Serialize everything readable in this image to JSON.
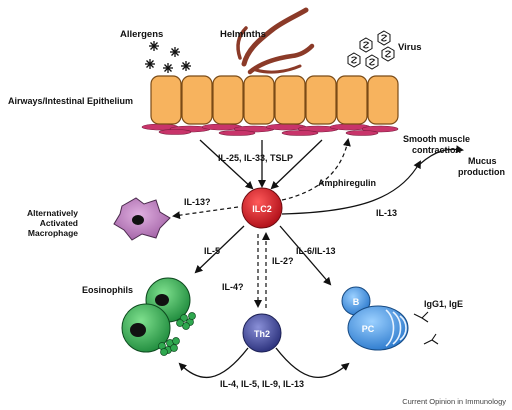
{
  "labels": {
    "allergens": "Allergens",
    "helminths": "Helminths",
    "virus": "Virus",
    "epithelium": "Airways/Intestinal Epithelium",
    "epithelial_cytokines": "IL-25, IL-33, TSLP",
    "smooth_muscle": [
      "Smooth muscle",
      "contraction"
    ],
    "mucus": [
      "Mucus",
      "production"
    ],
    "amphiregulin": "Amphiregulin",
    "il13_right": "IL-13",
    "il13q": "IL-13?",
    "macrophage": [
      "Alternatively",
      "Activated",
      "Macrophage"
    ],
    "ilc2": "ILC2",
    "il5": "IL-5",
    "il2q": "IL-2?",
    "il4q": "IL-4?",
    "il6_il13": "IL-6/IL-13",
    "eosinophils": "Eosinophils",
    "th2": "Th2",
    "b_cell": "B",
    "plasma_cell": "PC",
    "antibodies": "IgG1, IgE",
    "th2_cytokines": "IL-4, IL-5, IL-9, IL-13",
    "credit": "Current Opinion in Immunology"
  },
  "colors": {
    "epithelium_fill": "#f7b35e",
    "epithelium_stroke": "#7a4b17",
    "muscle": "#c8346a",
    "helminth": "#8b3a28",
    "ilc2": "#d4202a",
    "th2": "#4a4f9a",
    "eosinophil": "#2fa84f",
    "macrophage": "#b26fb2",
    "b_cell": "#3a8ad8"
  }
}
